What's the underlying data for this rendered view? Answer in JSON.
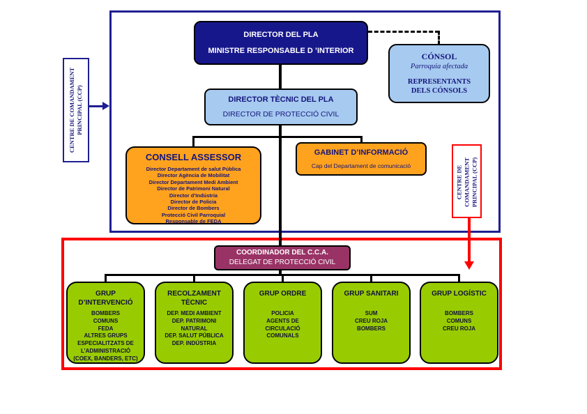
{
  "colors": {
    "navy_fill": "#17178C",
    "navy_border": "#1F1F93",
    "light_blue": "#A6CAF0",
    "orange": "#FFA21E",
    "plum": "#993366",
    "green": "#99CC00",
    "red": "#FE0000",
    "text_navy": "#15157B"
  },
  "nodes": {
    "director_pla": {
      "line1": "DIRECTOR DEL PLA",
      "line2": "MINISTRE RESPONSABLE D ’INTERIOR"
    },
    "consol": {
      "title": "CÓNSOL",
      "subtitle": "Parroquia afectada",
      "body1": "REPRESENTANTS",
      "body2": "DELS CÓNSOLS"
    },
    "director_tecnic": {
      "line1": "DIRECTOR TÈCNIC DEL PLA",
      "line2": "DIRECTOR DE PROTECCIÓ CIVIL"
    },
    "consell_assessor": {
      "title": "CONSELL ASSESSOR",
      "members": [
        "Director Departament de salut Pública",
        "Director Agència de Mobilitat",
        "Director Departament Medi Ambient",
        "Director de Patrimoni Natural",
        "Director d’Indústria",
        "Director de Policia",
        "Director de Bombers",
        "Protecció Civil Parroquial",
        "Responsable de FEDA"
      ]
    },
    "gabinet_informacio": {
      "title": "GABINET D’INFORMACIÓ",
      "subtitle": "Cap del Departament de comunicació"
    },
    "ccp_left": {
      "label": "CENTRE DE COMANDAMENT PRINCIPAL (CCP)"
    },
    "ccp_right": {
      "label": "CENTRE DE COMANDAMENT PRINCIPAL (CCP)"
    },
    "coordinador": {
      "line1": "COORDINADOR DEL C.C.A.",
      "line2": "DELEGAT DE PROTECCIÓ CIVIL"
    },
    "groups": [
      {
        "title": "GRUP D’INTERVENCIÓ",
        "members": [
          "BOMBERS",
          "COMUNS",
          "FEDA",
          "ALTRES GRUPS",
          "ESPECIALITZATS DE",
          "L’ADMINISTRACIÓ",
          "(COEX, BANDERS, ETC)"
        ]
      },
      {
        "title": "RECOLZAMENT TÈCNIC",
        "members": [
          "DEP. MEDI AMBIENT",
          "DEP. PATRIMONI",
          "NATURAL",
          "DEP. SALUT PÚBLICA",
          "DEP. INDÚSTRIA"
        ]
      },
      {
        "title": "GRUP ORDRE",
        "members": [
          "POLICIA",
          "AGENTS DE",
          "CIRCULACIÓ",
          "COMUNALS"
        ]
      },
      {
        "title": "GRUP SANITARI",
        "members": [
          "SUM",
          "CREU ROJA",
          "BOMBERS"
        ]
      },
      {
        "title": "GRUP LOGÍSTIC",
        "members": [
          "BOMBERS",
          "COMUNS",
          "CREU ROJA"
        ]
      }
    ]
  }
}
